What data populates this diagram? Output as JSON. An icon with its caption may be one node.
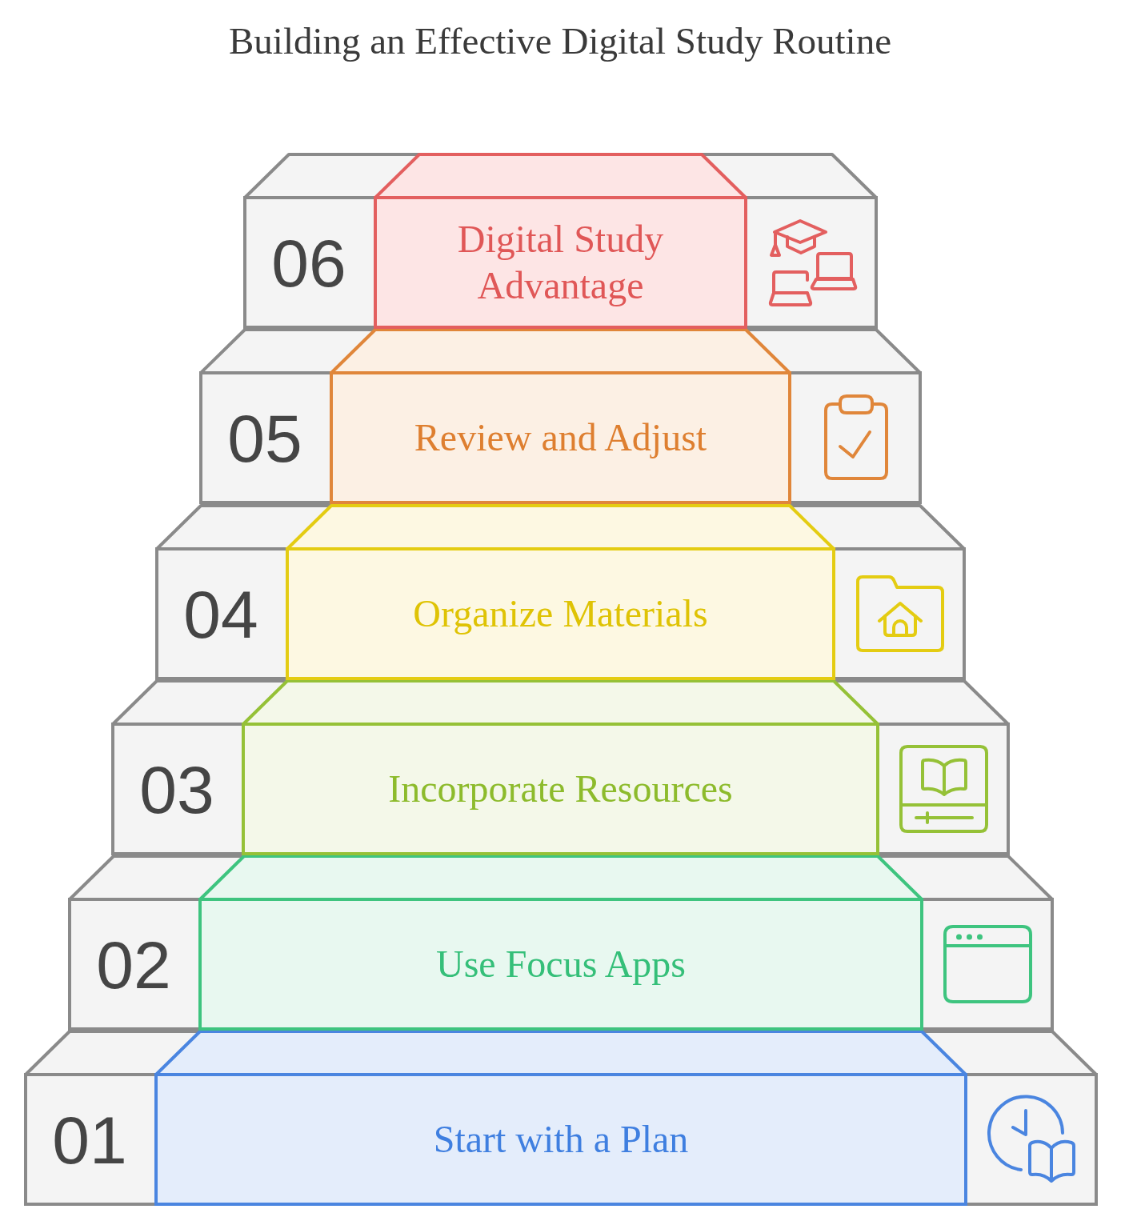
{
  "diagram": {
    "title": "Building an Effective Digital Study Routine",
    "nodes": [
      {
        "text": [
          "06"
        ]
      },
      {
        "text": [
          "Digital Study Advantage"
        ],
        "in": 0
      },
      {
        "text": [
          "05"
        ]
      },
      {
        "text": [
          "Review and Adjust"
        ],
        "in": 2
      },
      {
        "text": [
          "04"
        ]
      },
      {
        "text": [
          "Organize Materials"
        ],
        "in": 4
      },
      {
        "text": [
          "03"
        ]
      },
      {
        "text": [
          "Incorporate Resources"
        ],
        "in": 6
      },
      {
        "text": [
          "02"
        ]
      },
      {
        "text": [
          "Use Focus Apps"
        ],
        "in": 8
      },
      {
        "text": [
          "01"
        ]
      },
      {
        "text": [
          "Start with a Plan"
        ],
        "in": 10
      }
    ]
  }
}
